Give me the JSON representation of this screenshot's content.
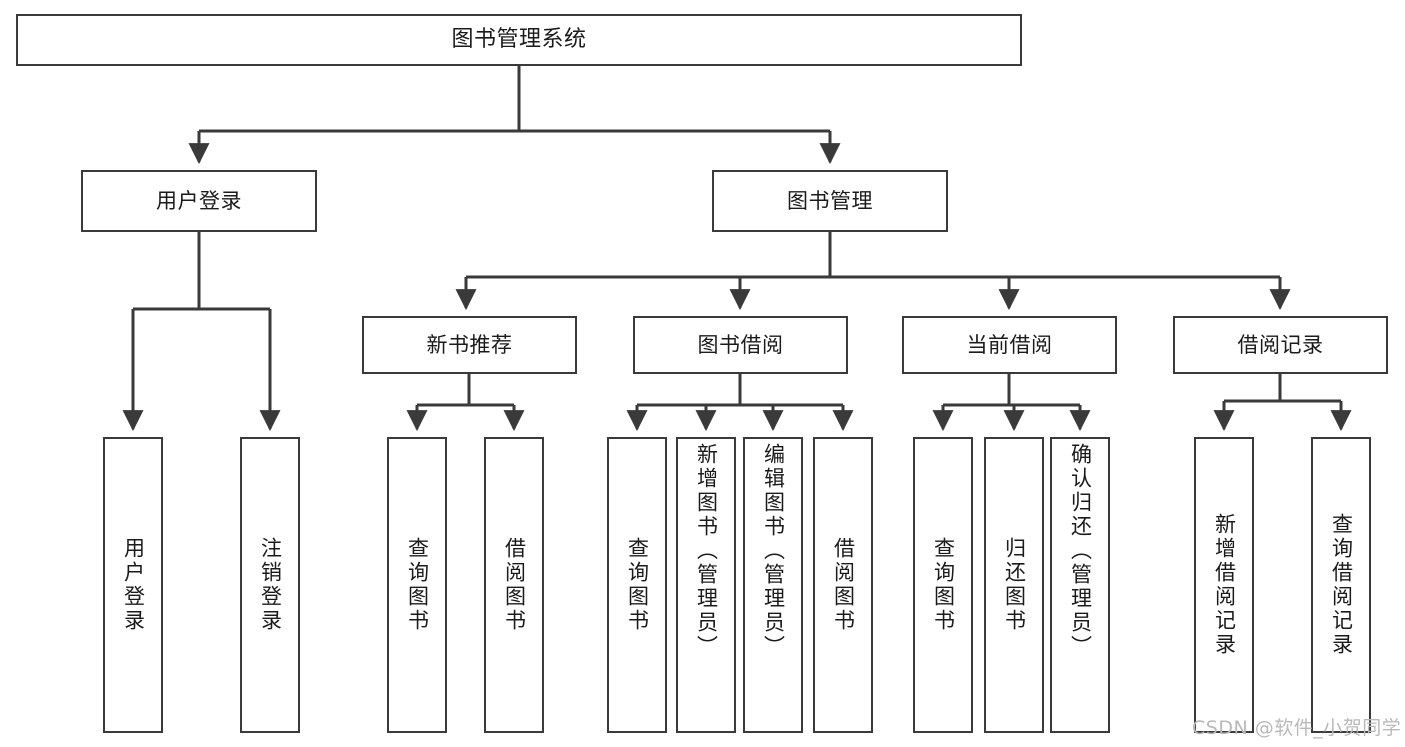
{
  "diagram": {
    "title": "图书管理系统",
    "type": "tree-hierarchy-chart",
    "root": {
      "id": "root",
      "label": "图书管理系统"
    },
    "level2": [
      {
        "id": "user-login",
        "label": "用户登录"
      },
      {
        "id": "book-manage",
        "label": "图书管理"
      }
    ],
    "level3": [
      {
        "id": "new-book-recommend",
        "label": "新书推荐",
        "parent": "book-manage"
      },
      {
        "id": "book-borrow",
        "label": "图书借阅",
        "parent": "book-manage"
      },
      {
        "id": "current-borrow",
        "label": "当前借阅",
        "parent": "book-manage"
      },
      {
        "id": "borrow-record",
        "label": "借阅记录",
        "parent": "book-manage"
      }
    ],
    "leaves": {
      "user-login": [
        {
          "id": "leaf-user-login",
          "label": "用户登录"
        },
        {
          "id": "leaf-user-logout",
          "label": "注销登录"
        }
      ],
      "new-book-recommend": [
        {
          "id": "leaf-query-book-1",
          "label": "查询图书"
        },
        {
          "id": "leaf-borrow-book-1",
          "label": "借阅图书"
        }
      ],
      "book-borrow": [
        {
          "id": "leaf-query-book-2",
          "label": "查询图书"
        },
        {
          "id": "leaf-add-book",
          "label": "新增图书（管理员）"
        },
        {
          "id": "leaf-edit-book",
          "label": "编辑图书（管理员）"
        },
        {
          "id": "leaf-borrow-book-2",
          "label": "借阅图书"
        }
      ],
      "current-borrow": [
        {
          "id": "leaf-query-book-3",
          "label": "查询图书"
        },
        {
          "id": "leaf-return-book",
          "label": "归还图书"
        },
        {
          "id": "leaf-confirm-return",
          "label": "确认归还（管理员）"
        }
      ],
      "borrow-record": [
        {
          "id": "leaf-add-record",
          "label": "新增借阅记录"
        },
        {
          "id": "leaf-query-record",
          "label": "查询借阅记录"
        }
      ]
    }
  },
  "watermark": {
    "text": "CSDN @软件_小贺同学"
  },
  "colors": {
    "border": "#3a3a3a",
    "text": "#1b1b1b",
    "background": "#ffffff",
    "watermark": "#b9b9b9"
  }
}
